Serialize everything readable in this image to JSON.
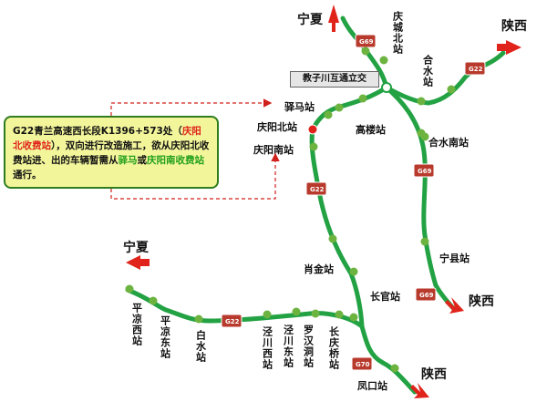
{
  "notice": {
    "part1": "G22青兰高速西长段K1396+573处（",
    "highlight1": "庆阳北收费站",
    "part2": "），双向进行改造施工，欲从庆阳北收费站进、出的车辆暂需从",
    "highlight2": "驿马",
    "part3": "或",
    "highlight3": "庆阳南收费站",
    "part4": "通行。"
  },
  "interchange_label": "教子川互通立交",
  "directions": {
    "ningxia_top": "宁夏",
    "shaanxi_top": "陕西",
    "ningxia_left": "宁夏",
    "shaanxi_mid": "陕西",
    "shaanxi_bottom": "陕西"
  },
  "shields": {
    "g69_top": "G69",
    "g22_right": "G22",
    "g22_mid": "G22",
    "g69_mid": "G69",
    "g69_low": "G69",
    "g22_left": "G22",
    "g70": "G70"
  },
  "stations": {
    "qingcheng_north": "庆城北站",
    "heshui": "合水站",
    "yima": "驿马站",
    "qingyang_north": "庆阳北站",
    "gaolou": "高楼站",
    "qingyang_south": "庆阳南站",
    "heshui_south": "合水南站",
    "ningxian": "宁县站",
    "xiaojin": "肖金站",
    "changguan": "长官站",
    "pingliang_west": "平凉西站",
    "pingliang_east": "平凉东站",
    "baishui": "白水站",
    "jingchuan_west": "泾川西站",
    "jingchuan_east": "泾川东站",
    "luohanyan": "罗汉洞站",
    "changqingqiao": "长庆桥站",
    "fengkou": "凤口站"
  },
  "colors": {
    "road": "#23a244",
    "station": "#6db33f",
    "closed_station": "#e0231b",
    "arrow": "#e0231b",
    "shield": "#b83a2c",
    "notice_bg": "#f2f59a",
    "notice_border": "#2f7d1f",
    "dash": "#d0201b"
  }
}
